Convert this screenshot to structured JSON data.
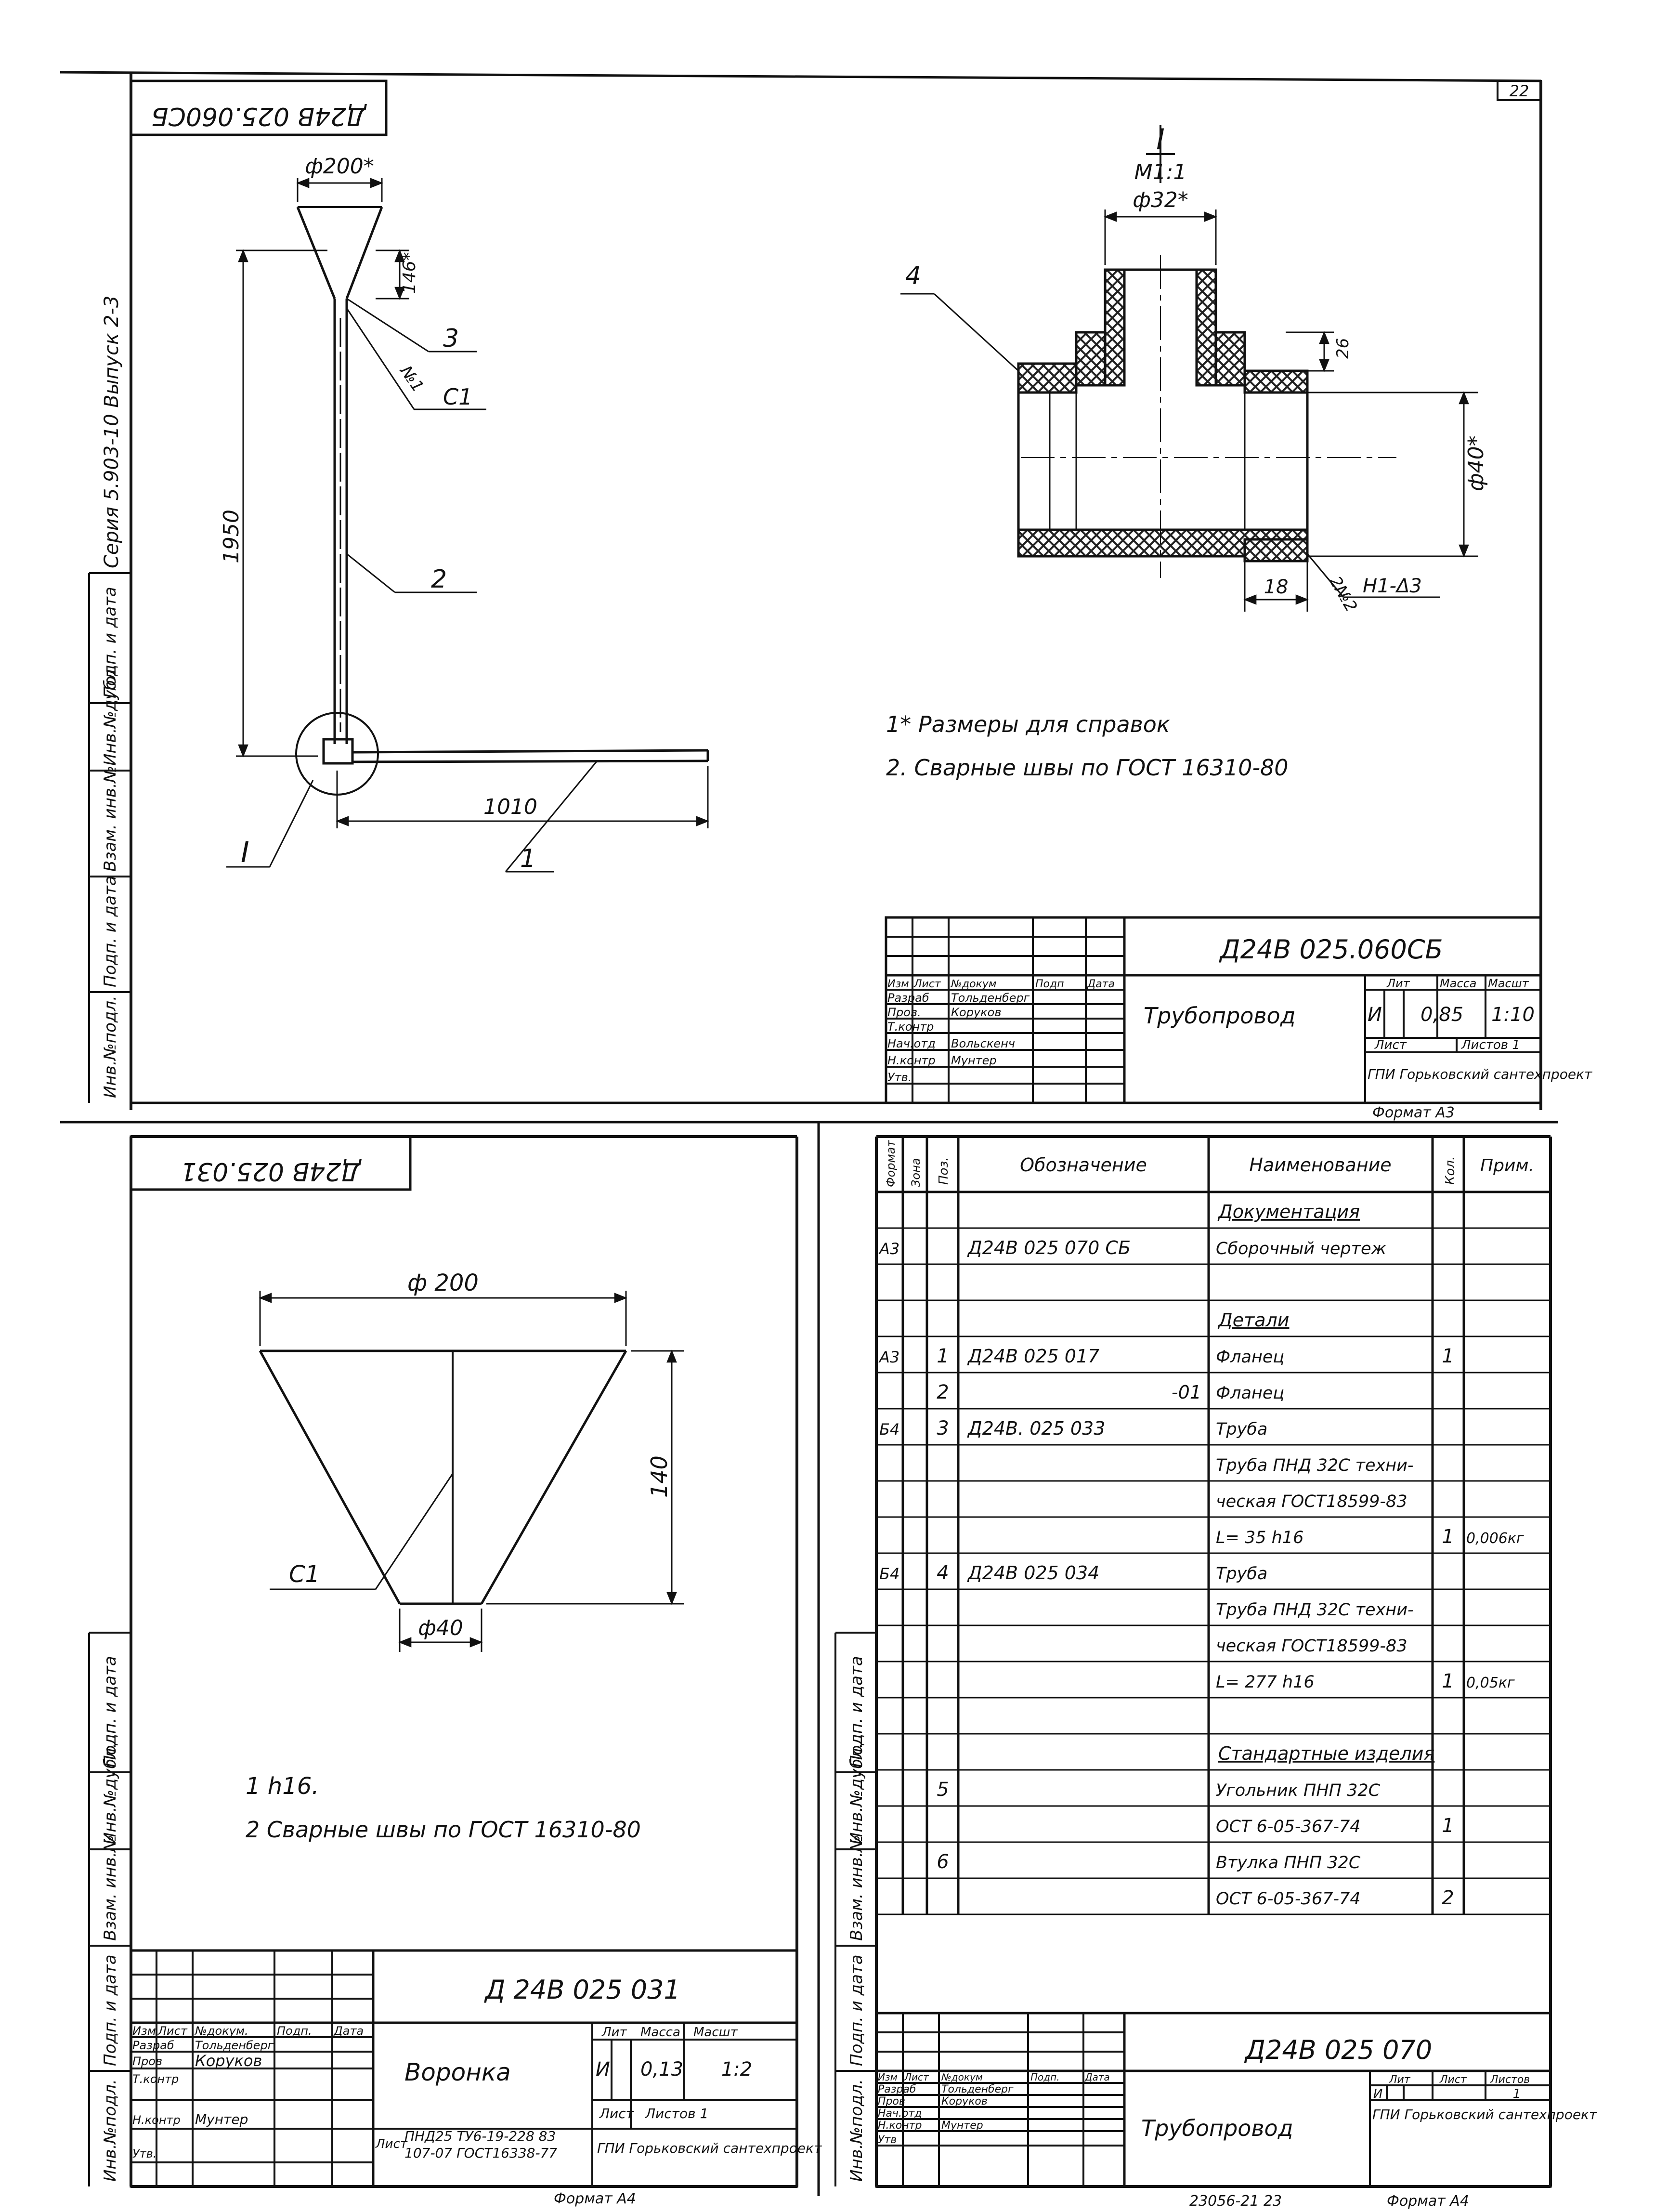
{
  "page_number": "22",
  "top_drawing": {
    "stamp_code_rotated": "Д24В 025.060СБ",
    "series_label": "Серия 5.903-10   Выпуск 2-3",
    "view_label": "I",
    "view_scale": "М1:1",
    "dims": {
      "d200": "ф200*",
      "d146": "146*",
      "h1950": "1950",
      "l1010": "1010",
      "d32": "ф32*",
      "d40": "ф40*",
      "d26": "26",
      "l18": "18"
    },
    "callouts": [
      "1",
      "2",
      "3",
      "4"
    ],
    "weld_marks": {
      "no1": "№1",
      "c1": "С1",
      "no2": "2№2",
      "h1": "Н1-Δ3"
    },
    "detail_marker": "I",
    "notes": [
      "1* Размеры для справок",
      "2. Сварные швы по ГОСТ 16310-80"
    ],
    "title_block": {
      "code": "Д24В 025.060СБ",
      "name": "Трубопровод",
      "headers": [
        "Изм",
        "Лист",
        "№докум",
        "Подп",
        "Дата"
      ],
      "roles": [
        "Разраб",
        "Пров.",
        "Т.контр",
        "Нач.отд",
        "Н.контр",
        "Утв."
      ],
      "people": [
        "Тольденберг",
        "Коруков",
        "",
        "Вольскенч",
        "Мунтер",
        ""
      ],
      "lit_label": "Лит",
      "mass_label": "Масса",
      "scale_label": "Масшт",
      "lit": "И",
      "mass": "0,85",
      "scale": "1:10",
      "sheet_label": "Лист",
      "sheets_label": "Листов 1",
      "org": "ГПИ Горьковский сантехпроект",
      "format": "Формат А3"
    }
  },
  "funnel_drawing": {
    "stamp_code_rotated": "Д24В 025.031",
    "dims": {
      "d200": "ф 200",
      "h140": "140",
      "d40": "ф40"
    },
    "weld": "С1",
    "notes": [
      "1  h16.",
      "2  Сварные швы по ГОСТ 16310-80"
    ],
    "title_block": {
      "code": "Д 24В 025 031",
      "name": "Воронка",
      "headers": [
        "Изм",
        "Лист",
        "№докум.",
        "Подп.",
        "Дата"
      ],
      "roles": [
        "Разраб",
        "Пров",
        "Т.контр",
        "",
        "Н.контр",
        "Утв."
      ],
      "people": [
        "Тольденберг",
        "Коруков",
        "",
        "",
        "Мунтер",
        ""
      ],
      "lit_label": "Лит",
      "mass_label": "Масса",
      "scale_label": "Масшт",
      "lit": "И",
      "mass": "0,13",
      "scale": "1:2",
      "sheet_label": "Лист",
      "sheets_label": "Листов 1",
      "material": [
        "ПНД25 ТУ6-19-228 83",
        "107-07 ГОСТ16338-77"
      ],
      "material_prefix": "Лист",
      "org": "ГПИ Горьковский сантехпроект",
      "format": "Формат А4"
    }
  },
  "spec_sheet": {
    "headers": [
      "Формат",
      "Зона",
      "Поз.",
      "Обозначение",
      "Наименование",
      "Кол.",
      "Прим."
    ],
    "rows": [
      {
        "fmt": "",
        "pos": "",
        "code": "",
        "name": "Документация",
        "qty": "",
        "note": "",
        "section": true
      },
      {
        "fmt": "А3",
        "pos": "",
        "code": "Д24В 025 070 СБ",
        "name": "Сборочный чертеж",
        "qty": "",
        "note": ""
      },
      {
        "fmt": "",
        "pos": "",
        "code": "",
        "name": "",
        "qty": "",
        "note": ""
      },
      {
        "fmt": "",
        "pos": "",
        "code": "",
        "name": "Детали",
        "qty": "",
        "note": "",
        "section": true
      },
      {
        "fmt": "А3",
        "pos": "1",
        "code": "Д24В 025 017",
        "name": "Фланец",
        "qty": "1",
        "note": ""
      },
      {
        "fmt": "",
        "pos": "2",
        "code": "-01",
        "name": "Фланец",
        "qty": "",
        "note": ""
      },
      {
        "fmt": "Б4",
        "pos": "3",
        "code": "Д24В. 025 033",
        "name": "Труба",
        "qty": "",
        "note": ""
      },
      {
        "fmt": "",
        "pos": "",
        "code": "",
        "name": "Труба ПНД 32С техни-",
        "qty": "",
        "note": ""
      },
      {
        "fmt": "",
        "pos": "",
        "code": "",
        "name": "ческая ГОСТ18599-83",
        "qty": "",
        "note": ""
      },
      {
        "fmt": "",
        "pos": "",
        "code": "",
        "name": "L= 35     h16",
        "qty": "1",
        "note": "0,006кг"
      },
      {
        "fmt": "Б4",
        "pos": "4",
        "code": "Д24В  025 034",
        "name": "Труба",
        "qty": "",
        "note": ""
      },
      {
        "fmt": "",
        "pos": "",
        "code": "",
        "name": "Труба ПНД 32С техни-",
        "qty": "",
        "note": ""
      },
      {
        "fmt": "",
        "pos": "",
        "code": "",
        "name": "ческая ГОСТ18599-83",
        "qty": "",
        "note": ""
      },
      {
        "fmt": "",
        "pos": "",
        "code": "",
        "name": "L= 277     h16",
        "qty": "1",
        "note": "0,05кг"
      },
      {
        "fmt": "",
        "pos": "",
        "code": "",
        "name": "",
        "qty": "",
        "note": ""
      },
      {
        "fmt": "",
        "pos": "",
        "code": "",
        "name": "Стандартные изделия",
        "qty": "",
        "note": "",
        "section": true
      },
      {
        "fmt": "",
        "pos": "5",
        "code": "",
        "name": "Угольник ПНП 32С",
        "qty": "",
        "note": ""
      },
      {
        "fmt": "",
        "pos": "",
        "code": "",
        "name": "ОСТ 6-05-367-74",
        "qty": "1",
        "note": ""
      },
      {
        "fmt": "",
        "pos": "6",
        "code": "",
        "name": "Втулка ПНП 32С",
        "qty": "",
        "note": ""
      },
      {
        "fmt": "",
        "pos": "",
        "code": "",
        "name": "ОСТ 6-05-367-74",
        "qty": "2",
        "note": ""
      }
    ],
    "title_block": {
      "code": "Д24В 025 070",
      "name": "Трубопровод",
      "headers": [
        "Изм",
        "Лист",
        "№докум",
        "Подп.",
        "Дата"
      ],
      "roles": [
        "Разраб",
        "Пров",
        "Нач.отд",
        "Н.контр",
        "Утв"
      ],
      "people": [
        "Тольденберг",
        "Коруков",
        "",
        "Мунтер",
        ""
      ],
      "lit_label": "Лит",
      "sheet_label": "Лист",
      "sheets_label": "Листов",
      "lit": "И",
      "sheet": "",
      "sheets": "1",
      "org": "ГПИ Горьковский сантехпроект",
      "format": "Формат А4",
      "inventory": "23056-21   23"
    }
  },
  "side_strip_labels": [
    "Инв.№подл.",
    "Подп. и дата",
    "Взам. инв.№",
    "Инв.№дубл.",
    "Подп. и дата"
  ]
}
